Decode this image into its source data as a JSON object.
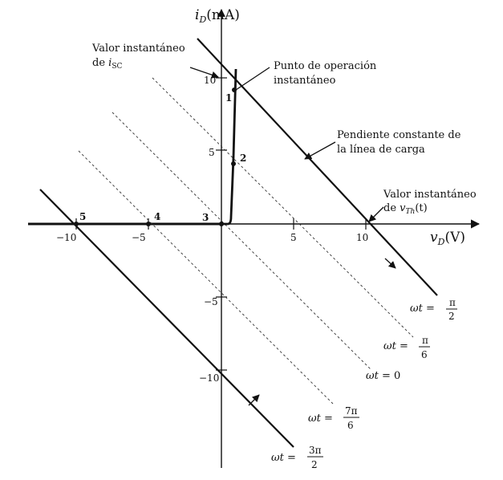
{
  "axes": {
    "y_label_var": "i",
    "y_label_sub": "D",
    "y_label_unit": "(mA)",
    "x_label_var": "v",
    "x_label_sub": "D",
    "x_label_unit": "(V)"
  },
  "ticks": {
    "x_neg10": "−10",
    "x_neg5": "−5",
    "x_5": "5",
    "x_10": "10",
    "y_10": "10",
    "y_5": "5",
    "y_neg5": "−5",
    "y_neg10": "−10"
  },
  "points": {
    "p1": "1",
    "p2": "2",
    "p3": "3",
    "p4": "4",
    "p5": "5"
  },
  "annotations": {
    "isc_line1": "Valor instantáneo",
    "isc_line2_prefix": "de ",
    "isc_var": "i",
    "isc_sub": "SC",
    "op_line1": "Punto de operación",
    "op_line2": "instantáneo",
    "slope_line1": "Pendiente constante de",
    "slope_line2": "la línea de carga",
    "vth_line1": "Valor instantáneo",
    "vth_line2_prefix": "de ",
    "vth_var": "v",
    "vth_sub": "Th",
    "vth_suffix": "(t)"
  },
  "wt_labels": {
    "prefix_omega": "ω",
    "prefix_t": "t",
    "eq": " = ",
    "pi2_num": "π",
    "pi2_den": "2",
    "pi6_num": "π",
    "pi6_den": "6",
    "zero": "0",
    "seven_pi6_num": "7π",
    "seven_pi6_den": "6",
    "three_pi2_num": "3π",
    "three_pi2_den": "2"
  }
}
